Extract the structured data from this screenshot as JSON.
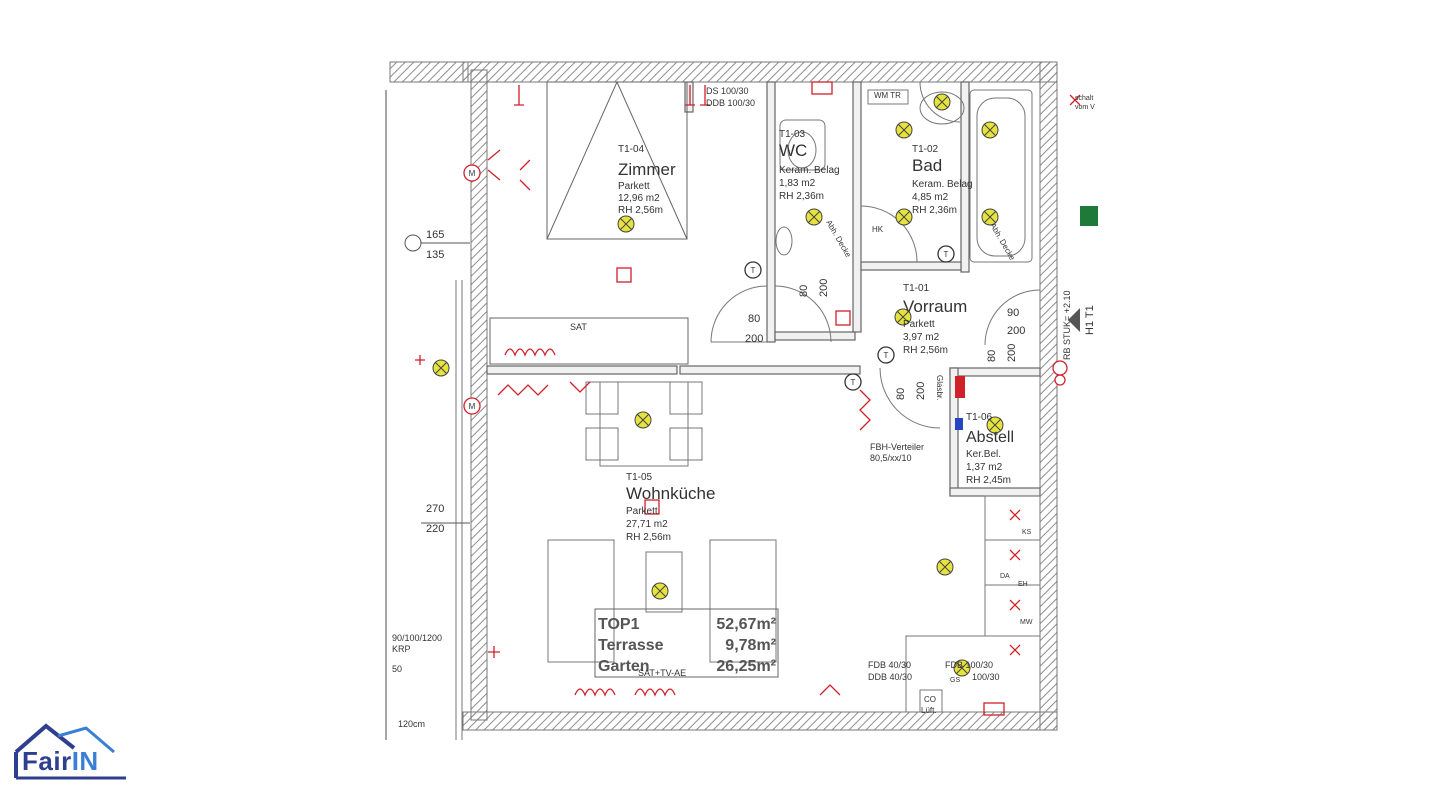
{
  "rooms": {
    "zimmer": {
      "code": "T1-04",
      "name": "Zimmer",
      "floor": "Parkett",
      "area": "12,96 m2",
      "height": "RH 2,56m"
    },
    "wc": {
      "code": "T1-03",
      "name": "WC",
      "floor": "Keram. Belag",
      "area": "1,83 m2",
      "height": "RH 2,36m"
    },
    "bad": {
      "code": "T1-02",
      "name": "Bad",
      "floor": "Keram. Belag",
      "area": "4,85 m2",
      "height": "RH 2,36m"
    },
    "vorraum": {
      "code": "T1-01",
      "name": "Vorraum",
      "floor": "Parkett",
      "area": "3,97 m2",
      "height": "RH 2,56m"
    },
    "abstell": {
      "code": "T1-06",
      "name": "Abstell",
      "floor": "Ker.Bel.",
      "area": "1,37 m2",
      "height": "RH 2,45m"
    },
    "wohnkueche": {
      "code": "T1-05",
      "name": "Wohnküche",
      "floor": "Parkett",
      "area": "27,71 m2",
      "height": "RH 2,56m"
    }
  },
  "summary": [
    {
      "label": "TOP1",
      "value": "52,67m²"
    },
    {
      "label": "Terrasse",
      "value": "9,78m²"
    },
    {
      "label": "Garten",
      "value": "26,25m²"
    }
  ],
  "labels": {
    "sat": "SAT",
    "sat_tv": "SAT+TV-AE",
    "ds_top": "DS 100/30",
    "ddb_top": "DDB 100/30",
    "fdb1": "FDB 40/30",
    "ddb1": "DDB 40/30",
    "fdb2": "FDB 100/30",
    "ddb2": "100/30",
    "fbh": "FBH-Verteiler",
    "fbh2": "80,5/xx/10",
    "wm": "WM TR",
    "hk": "HK",
    "co": "CO",
    "luft": "Lüft.",
    "dim_165": "165",
    "dim_135": "135",
    "dim_270": "270",
    "dim_220": "220",
    "door_80": "80",
    "door_200": "200",
    "door_90": "90",
    "h1t1": "H1 T1",
    "rb_stuk": "RB STUK= +2.10",
    "ks": "KS",
    "eh": "EH",
    "da": "DA",
    "gs": "GS",
    "mw": "MW",
    "left_note1": "90/100/1200",
    "left_note2": "KRP",
    "left_note3": "50",
    "left_note4": "120cm",
    "abh_decke": "Abh. Decke",
    "glas": "Glasbr.",
    "schalt": "schalt",
    "vom": "vom V"
  },
  "logo": {
    "text_a": "Fair",
    "text_b": "IN",
    "color_main": "#2f3f8f",
    "color_accent": "#3a7fd4"
  },
  "colors": {
    "wall": "#9a9a9a",
    "line": "#555555",
    "electric": "#d0202a",
    "lamp": "#e3e23a"
  }
}
